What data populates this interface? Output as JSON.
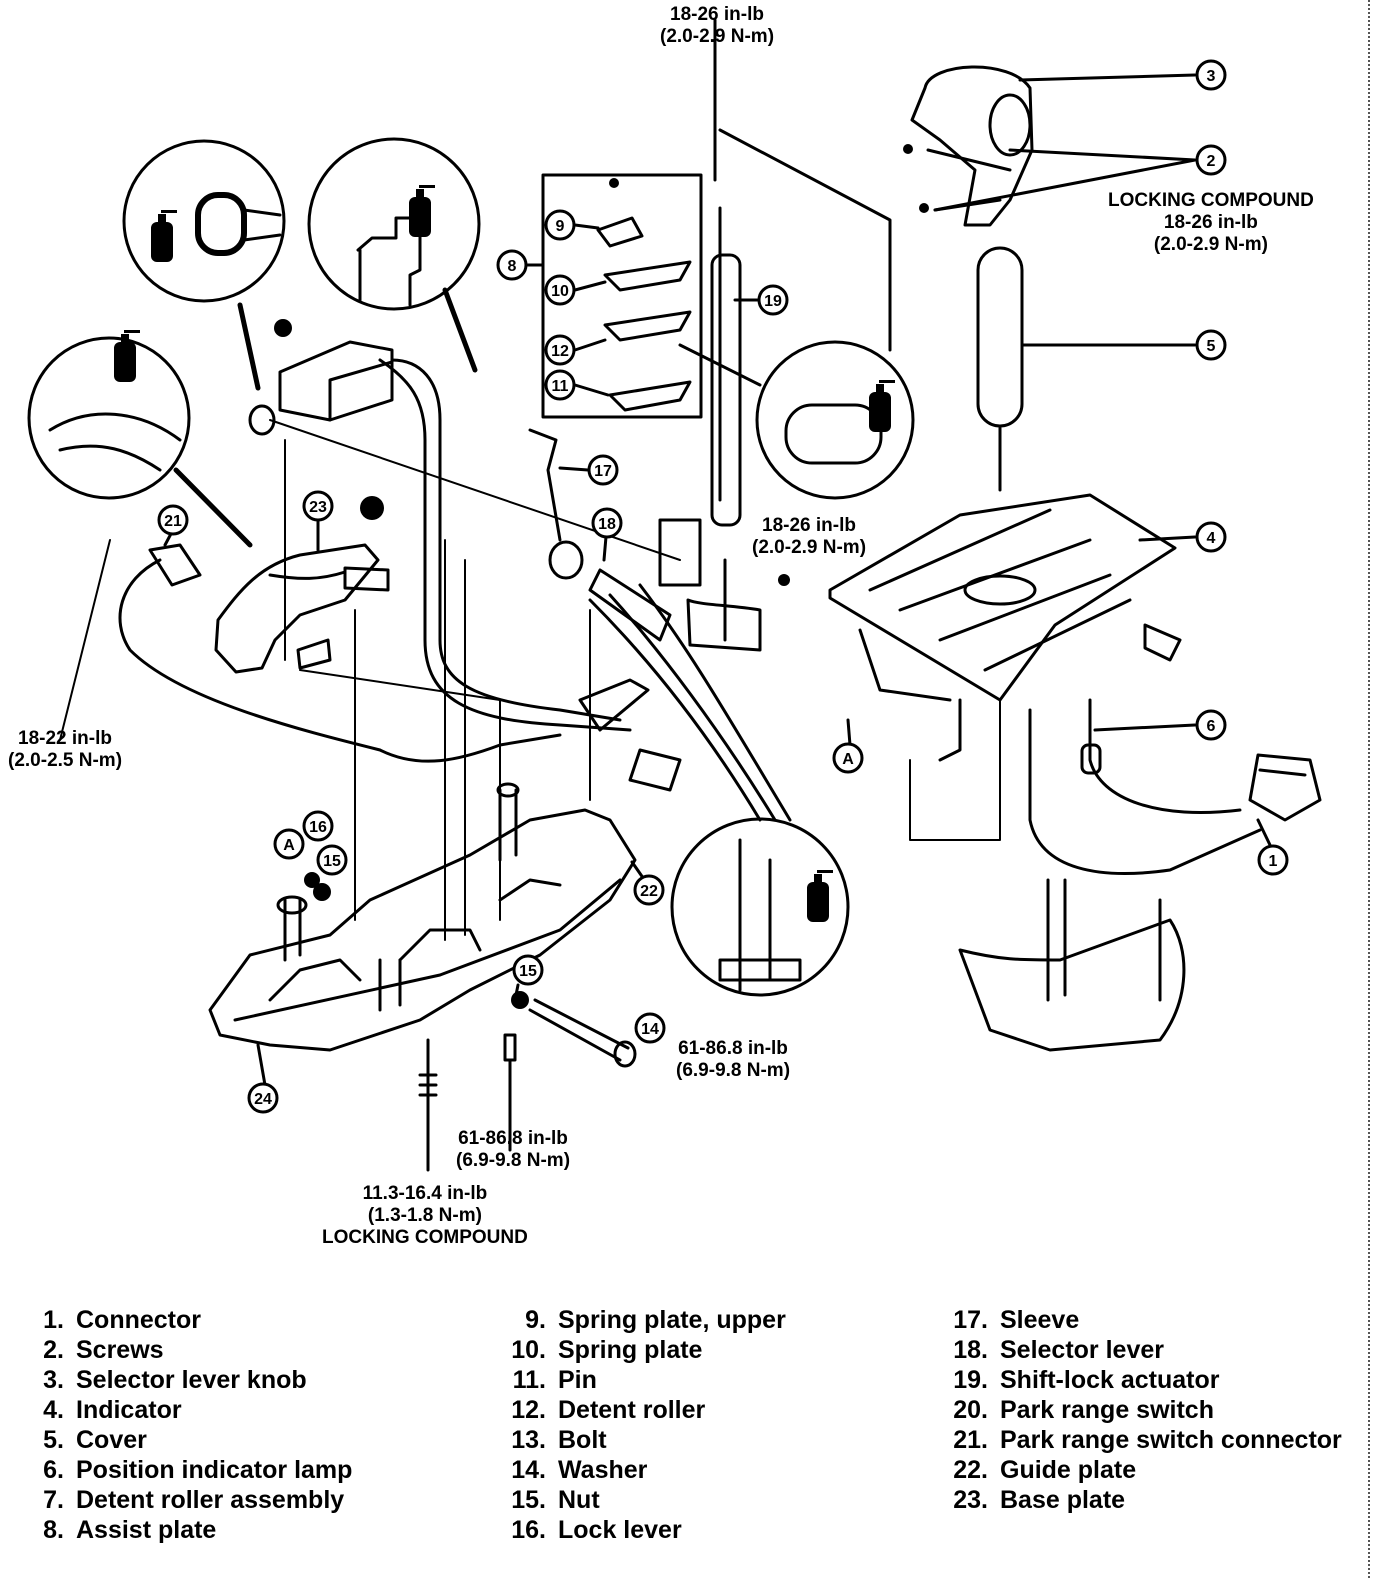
{
  "callouts": [
    "1",
    "2",
    "3",
    "4",
    "5",
    "6",
    "8",
    "9",
    "10",
    "11",
    "12",
    "14",
    "15",
    "16",
    "17",
    "18",
    "19",
    "21",
    "22",
    "23",
    "24",
    "A"
  ],
  "torque_specs": {
    "top": [
      "18-26 in-lb",
      "(2.0-2.9 N-m)"
    ],
    "knob": [
      "LOCKING COMPOUND",
      "18-26 in-lb",
      "(2.0-2.9 N-m)"
    ],
    "indicator": [
      "18-26 in-lb",
      "(2.0-2.9 N-m)"
    ],
    "left": [
      "18-22 in-lb",
      "(2.0-2.5 N-m)"
    ],
    "bolt_right": [
      "61-86.8 in-lb",
      "(6.9-9.8 N-m)"
    ],
    "bolt_mid": [
      "61-86.8 in-lb",
      "(6.9-9.8 N-m)"
    ],
    "bottom": [
      "11.3-16.4 in-lb",
      "(1.3-1.8 N-m)",
      "LOCKING COMPOUND"
    ]
  },
  "legend": {
    "col1": [
      {
        "num": "1.",
        "label": "Connector"
      },
      {
        "num": "2.",
        "label": "Screws"
      },
      {
        "num": "3.",
        "label": "Selector lever knob"
      },
      {
        "num": "4.",
        "label": "Indicator"
      },
      {
        "num": "5.",
        "label": "Cover"
      },
      {
        "num": "6.",
        "label": "Position indicator lamp"
      },
      {
        "num": "7.",
        "label": "Detent roller assembly"
      },
      {
        "num": "8.",
        "label": "Assist plate"
      }
    ],
    "col2": [
      {
        "num": "9.",
        "label": "Spring plate, upper"
      },
      {
        "num": "10.",
        "label": "Spring plate"
      },
      {
        "num": "11.",
        "label": "Pin"
      },
      {
        "num": "12.",
        "label": "Detent roller"
      },
      {
        "num": "13.",
        "label": "Bolt"
      },
      {
        "num": "14.",
        "label": "Washer"
      },
      {
        "num": "15.",
        "label": "Nut"
      },
      {
        "num": "16.",
        "label": "Lock lever"
      }
    ],
    "col3": [
      {
        "num": "17.",
        "label": "Sleeve"
      },
      {
        "num": "18.",
        "label": "Selector lever"
      },
      {
        "num": "19.",
        "label": "Shift-lock actuator"
      },
      {
        "num": "20.",
        "label": "Park range switch"
      },
      {
        "num": "21.",
        "label": "Park range switch connector"
      },
      {
        "num": "22.",
        "label": "Guide plate"
      },
      {
        "num": "23.",
        "label": "Base plate"
      }
    ]
  }
}
